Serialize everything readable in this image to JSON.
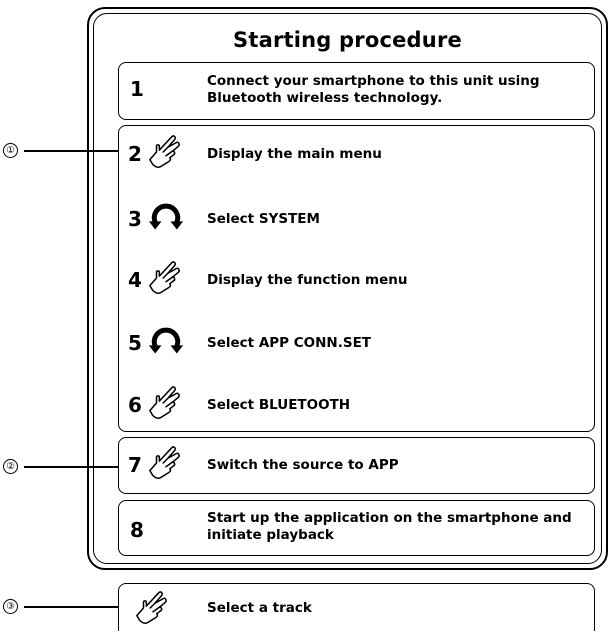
{
  "title": "Starting procedure",
  "steps": [
    {
      "num": "1",
      "icon": "none",
      "text": "Connect your smartphone to this unit using Bluetooth wireless technology."
    },
    {
      "num": "2",
      "icon": "press-hand-icon",
      "text": "Display the main menu"
    },
    {
      "num": "3",
      "icon": "rotate-knob-icon",
      "text": "Select SYSTEM"
    },
    {
      "num": "4",
      "icon": "press-hand-icon",
      "text": "Display the function menu"
    },
    {
      "num": "5",
      "icon": "rotate-knob-icon",
      "text": "Select APP CONN.SET"
    },
    {
      "num": "6",
      "icon": "press-hand-icon",
      "text": "Select BLUETOOTH"
    },
    {
      "num": "7",
      "icon": "press-hand-icon",
      "text": "Switch the source to APP"
    },
    {
      "num": "8",
      "icon": "none",
      "text": "Start up the application on the smartphone and initiate playback"
    }
  ],
  "extra_step": {
    "icon": "press-hand-icon",
    "text": "Select a track"
  },
  "callouts": [
    "①",
    "②",
    "③"
  ]
}
